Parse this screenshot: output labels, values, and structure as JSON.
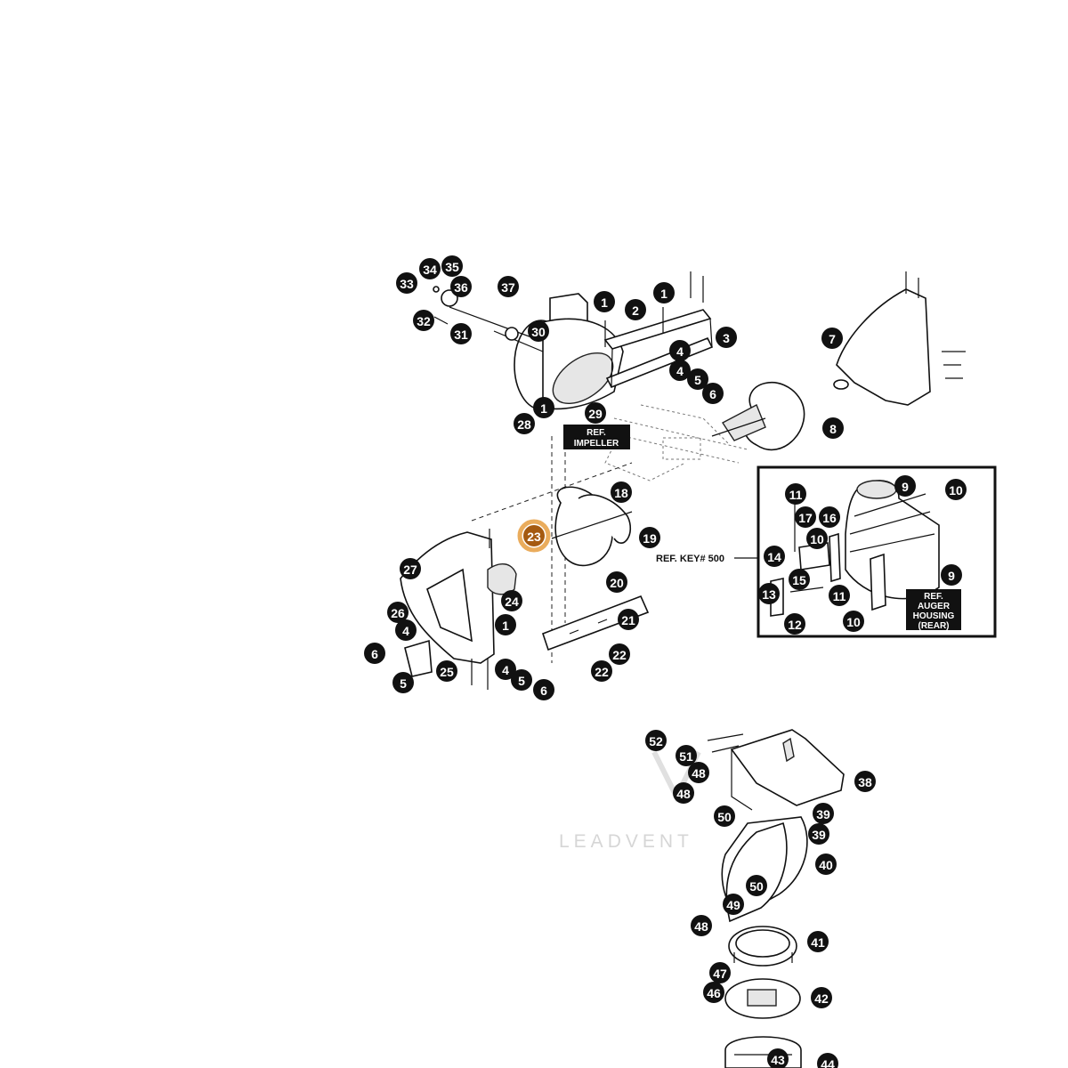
{
  "labels": {
    "ref_impeller": [
      "REF.",
      "IMPELLER"
    ],
    "ref_auger_housing": [
      "REF.",
      "AUGER",
      "HOUSING",
      "(REAR)"
    ],
    "ref_key": "REF. KEY# 500",
    "watermark": "LEADVENT"
  },
  "colors": {
    "callout": "#111111",
    "highlight": "#a55a10",
    "highlight_ring": "#e8a34a"
  },
  "callouts": [
    {
      "n": "33"
    },
    {
      "n": "34"
    },
    {
      "n": "35"
    },
    {
      "n": "36"
    },
    {
      "n": "37"
    },
    {
      "n": "1"
    },
    {
      "n": "1"
    },
    {
      "n": "2"
    },
    {
      "n": "3"
    },
    {
      "n": "32"
    },
    {
      "n": "31"
    },
    {
      "n": "30"
    },
    {
      "n": "4"
    },
    {
      "n": "4"
    },
    {
      "n": "5"
    },
    {
      "n": "6"
    },
    {
      "n": "1"
    },
    {
      "n": "29"
    },
    {
      "n": "28"
    },
    {
      "n": "7"
    },
    {
      "n": "8"
    },
    {
      "n": "18"
    },
    {
      "n": "19"
    },
    {
      "n": "23",
      "highlight": true
    },
    {
      "n": "27"
    },
    {
      "n": "24"
    },
    {
      "n": "20"
    },
    {
      "n": "21"
    },
    {
      "n": "26"
    },
    {
      "n": "1"
    },
    {
      "n": "4"
    },
    {
      "n": "6"
    },
    {
      "n": "5"
    },
    {
      "n": "25"
    },
    {
      "n": "4"
    },
    {
      "n": "5"
    },
    {
      "n": "6"
    },
    {
      "n": "22"
    },
    {
      "n": "22"
    },
    {
      "n": "9"
    },
    {
      "n": "10"
    },
    {
      "n": "11"
    },
    {
      "n": "17"
    },
    {
      "n": "16"
    },
    {
      "n": "10"
    },
    {
      "n": "14"
    },
    {
      "n": "15"
    },
    {
      "n": "13"
    },
    {
      "n": "11"
    },
    {
      "n": "12"
    },
    {
      "n": "10"
    },
    {
      "n": "9"
    },
    {
      "n": "52"
    },
    {
      "n": "51"
    },
    {
      "n": "48"
    },
    {
      "n": "48"
    },
    {
      "n": "50"
    },
    {
      "n": "38"
    },
    {
      "n": "39"
    },
    {
      "n": "39"
    },
    {
      "n": "40"
    },
    {
      "n": "50"
    },
    {
      "n": "49"
    },
    {
      "n": "48"
    },
    {
      "n": "41"
    },
    {
      "n": "47"
    },
    {
      "n": "46"
    },
    {
      "n": "42"
    },
    {
      "n": "43"
    },
    {
      "n": "44"
    }
  ]
}
